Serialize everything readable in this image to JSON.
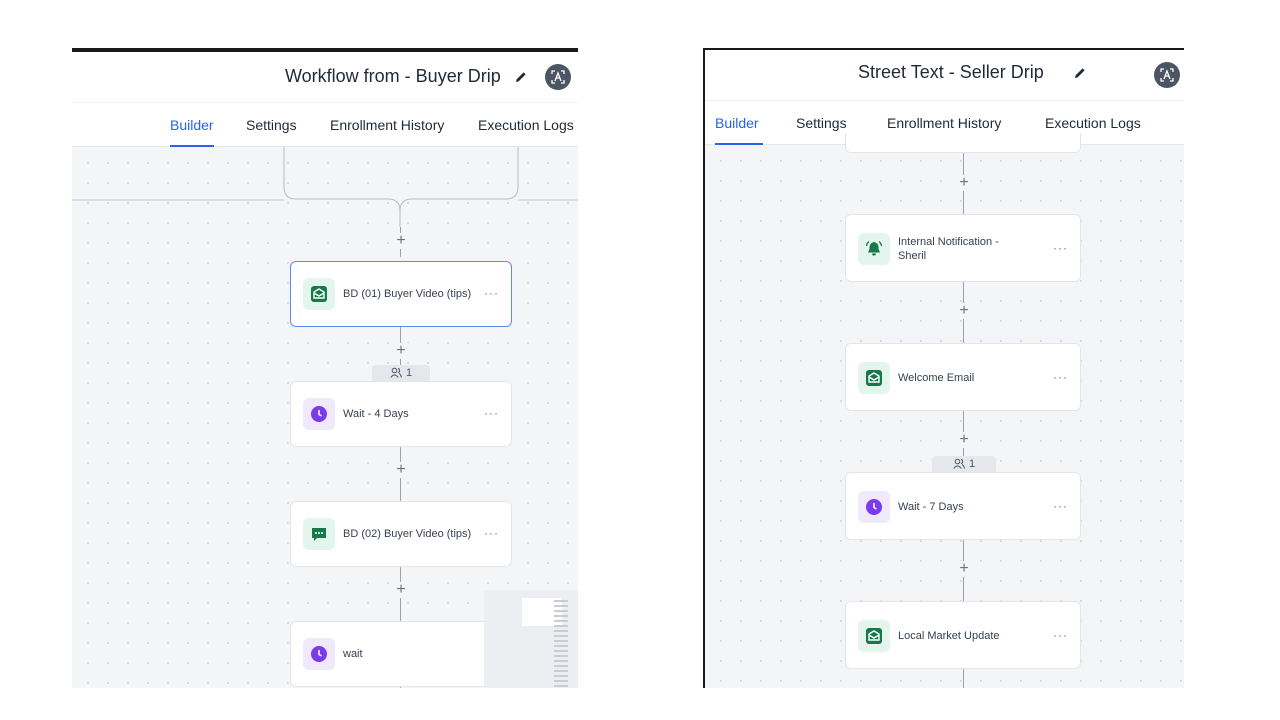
{
  "left_panel": {
    "title": "Workflow from - Buyer Drip",
    "tabs": [
      "Builder",
      "Settings",
      "Enrollment History",
      "Execution Logs"
    ],
    "active_tab": "Builder",
    "nodes": [
      {
        "label": "BD (01) Buyer Video (tips)",
        "icon": "email-icon",
        "selected": true
      },
      {
        "label": "Wait - 4 Days",
        "icon": "clock-icon"
      },
      {
        "label": "BD (02) Buyer Video (tips)",
        "icon": "sms-icon"
      },
      {
        "label": "wait",
        "icon": "clock-icon"
      }
    ],
    "enrollment_count": "1",
    "more": "···",
    "plus": "+"
  },
  "right_panel": {
    "title": "Street Text - Seller Drip",
    "tabs": [
      "Builder",
      "Settings",
      "Enrollment History",
      "Execution Logs"
    ],
    "active_tab": "Builder",
    "nodes": [
      {
        "label": "Internal Notification - Sheril",
        "icon": "bell-icon"
      },
      {
        "label": "Welcome Email",
        "icon": "email-icon"
      },
      {
        "label": "Wait - 7 Days",
        "icon": "clock-icon"
      },
      {
        "label": "Local Market Update",
        "icon": "email-icon"
      }
    ],
    "enrollment_count": "1",
    "more": "···",
    "plus": "+"
  },
  "colors": {
    "accent": "#2563eb",
    "email_green": "#16794c",
    "wait_purple": "#7c3aed",
    "canvas": "#f4f5f7"
  }
}
